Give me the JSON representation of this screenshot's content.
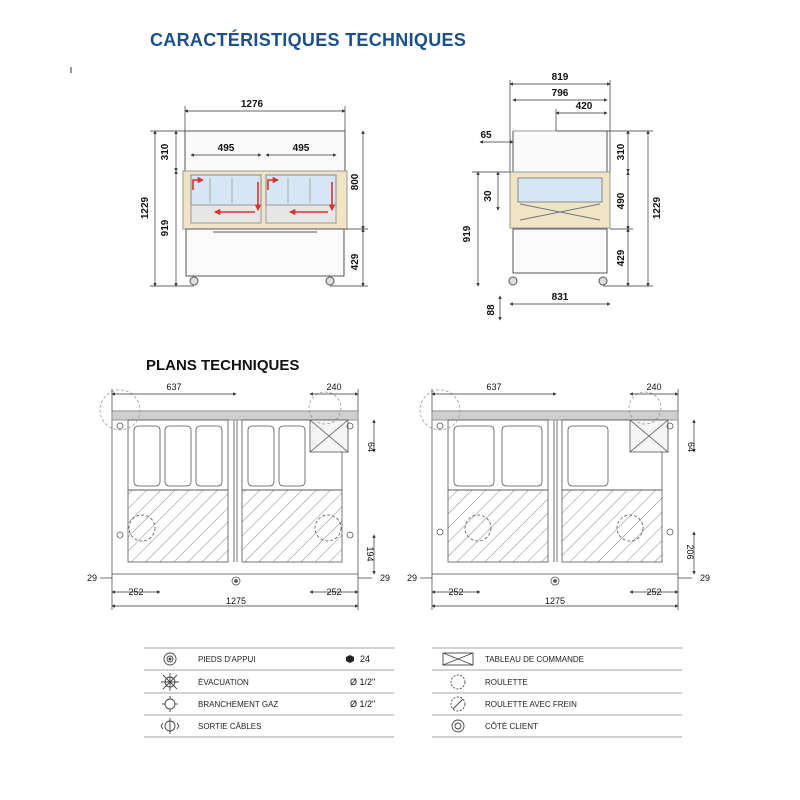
{
  "header": {
    "title": "CARACTÉRISTIQUES TECHNIQUES",
    "title_color": "#1d4f8c"
  },
  "plans": {
    "title": "PLANS TECHNIQUES"
  },
  "front_view": {
    "width": "1276",
    "pan_left": "495",
    "pan_right": "495",
    "top_height": "310",
    "total_height": "1229",
    "lower_height": "919",
    "body_height": "800",
    "base_height": "429"
  },
  "side_view": {
    "top_width": "819",
    "mid_width": "796",
    "inner_width": "420",
    "depth": "65",
    "gap": "30",
    "lower_height": "919",
    "foot": "88",
    "bottom_width": "831",
    "top_height": "310",
    "mid_height": "490",
    "total_height": "1229",
    "base_height": "429"
  },
  "plan_left": {
    "top_left": "637",
    "top_right": "240",
    "right_small": "64",
    "right_low": "194",
    "side_left": "29",
    "side_right": "29",
    "bottom_left": "252",
    "bottom_right": "252",
    "bottom_total": "1275"
  },
  "plan_right": {
    "top_left": "637",
    "top_right": "240",
    "right_small": "64",
    "right_low": "206",
    "side_left": "29",
    "side_right": "29",
    "bottom_left": "252",
    "bottom_right": "252",
    "bottom_total": "1275"
  },
  "legend": {
    "left": [
      {
        "icon": "foot-support-icon",
        "label": "PIEDS D'APPUI",
        "value": "24"
      },
      {
        "icon": "drain-icon",
        "label": "ÉVACUATION",
        "value": "Ø 1/2\""
      },
      {
        "icon": "gas-connection-icon",
        "label": "BRANCHEMENT GAZ",
        "value": "Ø 1/2\""
      },
      {
        "icon": "cable-outlet-icon",
        "label": "SORTIE CÂBLES",
        "value": ""
      }
    ],
    "right": [
      {
        "icon": "control-panel-icon",
        "label": "TABLEAU DE COMMANDE"
      },
      {
        "icon": "caster-icon",
        "label": "ROULETTE"
      },
      {
        "icon": "caster-brake-icon",
        "label": "ROULETTE AVEC FREIN"
      },
      {
        "icon": "customer-side-icon",
        "label": "CÔTÉ CLIENT"
      }
    ]
  },
  "colors": {
    "frame": "#c8c8c8",
    "panel": "#efe4c6",
    "arrow": "#d8322a",
    "glass": "#d6e6f4"
  }
}
